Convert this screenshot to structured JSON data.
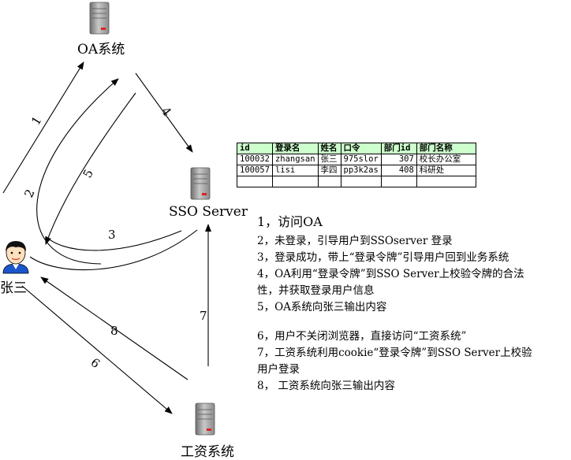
{
  "nodes": {
    "oa": "OA系统",
    "sso": "SSO Server",
    "salary": "工资系统",
    "user": "张三"
  },
  "arrows": {
    "a1": "1",
    "a2": "2",
    "a3": "3",
    "a4": "4",
    "a5": "5",
    "a6": "6",
    "a7": "7",
    "a8": "8"
  },
  "table": {
    "headers": [
      "id",
      "登录名",
      "姓名",
      "口令",
      "部门id",
      "部门名称"
    ],
    "rows": [
      [
        "100032",
        "zhangsan",
        "张三",
        "975slor",
        "307",
        "校长办公室"
      ],
      [
        "100057",
        "lisi",
        "李四",
        "pp3k2as",
        "408",
        "科研处"
      ]
    ]
  },
  "steps": [
    "1，访问OA",
    "2，未登录，引导用户到SSOserver 登录",
    "3，登录成功，带上“登录令牌”引导用户回到业务系统",
    "4，OA利用“登录令牌”到SSO Server上校验令牌的合法",
    "性，并获取登录用户信息",
    "5，OA系统向张三输出内容",
    "6，用户不关闭浏览器，直接访问“工资系统”",
    "7，工资系统利用cookie“登录令牌”到SSO Server上校验",
    "用户登录",
    "8， 工资系统向张三输出内容"
  ],
  "colors": {
    "server_body": "#9a9a9a",
    "server_led": "#dd2222",
    "table_header": "#ccffcc",
    "avatar_shirt": "#1a55cc"
  }
}
